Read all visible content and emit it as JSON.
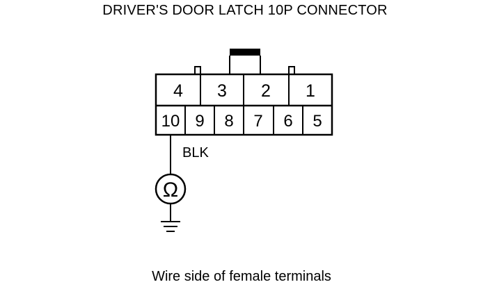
{
  "title": "DRIVER'S DOOR LATCH 10P CONNECTOR",
  "caption": "Wire side of female terminals",
  "connector": {
    "top_row": [
      "4",
      "3",
      "2",
      "1"
    ],
    "bottom_row": [
      "10",
      "9",
      "8",
      "7",
      "6",
      "5"
    ]
  },
  "wire": {
    "color_label": "BLK",
    "from_terminal": "10"
  },
  "meter": {
    "symbol": "Ω",
    "icon": "ohmmeter-icon"
  },
  "ground": {
    "icon": "ground-icon"
  }
}
